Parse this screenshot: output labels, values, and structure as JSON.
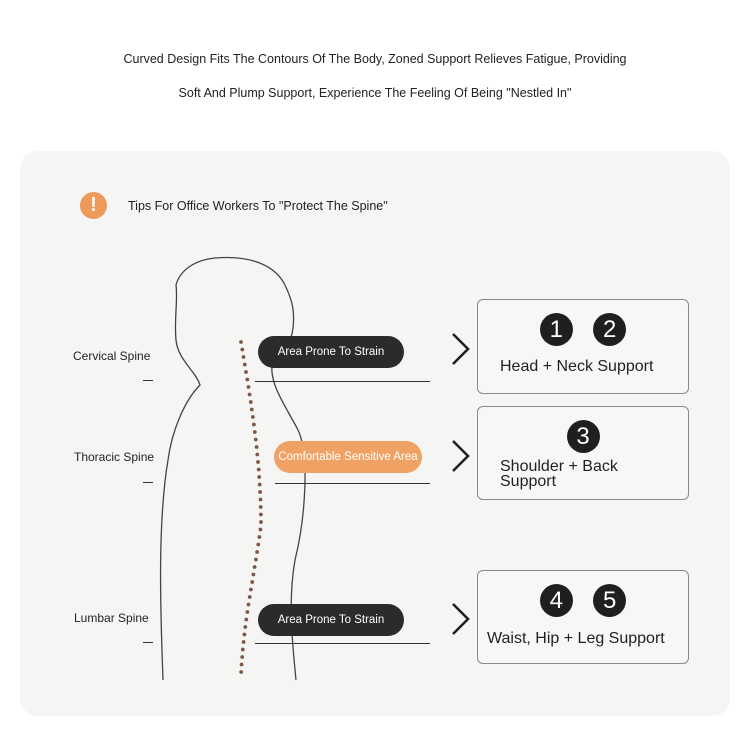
{
  "headline": {
    "line1": "Curved Design Fits The Contours Of The Body, Zoned Support Relieves Fatigue, Providing",
    "line2": "Soft And Plump Support, Experience The Feeling Of Being \"Nestled In\""
  },
  "tip": {
    "icon": "exclamation-icon",
    "icon_glyph": "!",
    "text": "Tips For Office Workers To \"Protect The Spine\""
  },
  "spine_labels": {
    "cervical": "Cervical Spine",
    "thoracic": "Thoracic Spine",
    "lumbar": "Lumbar Spine"
  },
  "pills": {
    "cervical": "Area Prone To Strain",
    "thoracic": "Comfortable Sensitive Area",
    "lumbar": "Area Prone To Strain"
  },
  "supports": [
    {
      "numbers": [
        "1",
        "2"
      ],
      "label": "Head + Neck Support"
    },
    {
      "numbers": [
        "3"
      ],
      "label": "Shoulder + Back Support"
    },
    {
      "numbers": [
        "4",
        "5"
      ],
      "label": "Waist, Hip + Leg Support"
    }
  ],
  "colors": {
    "accent_orange": "#f0a265",
    "tip_icon": "#ee9a5a",
    "pill_dark": "#2b2b2b",
    "spine_dots": "#7a5a43"
  }
}
